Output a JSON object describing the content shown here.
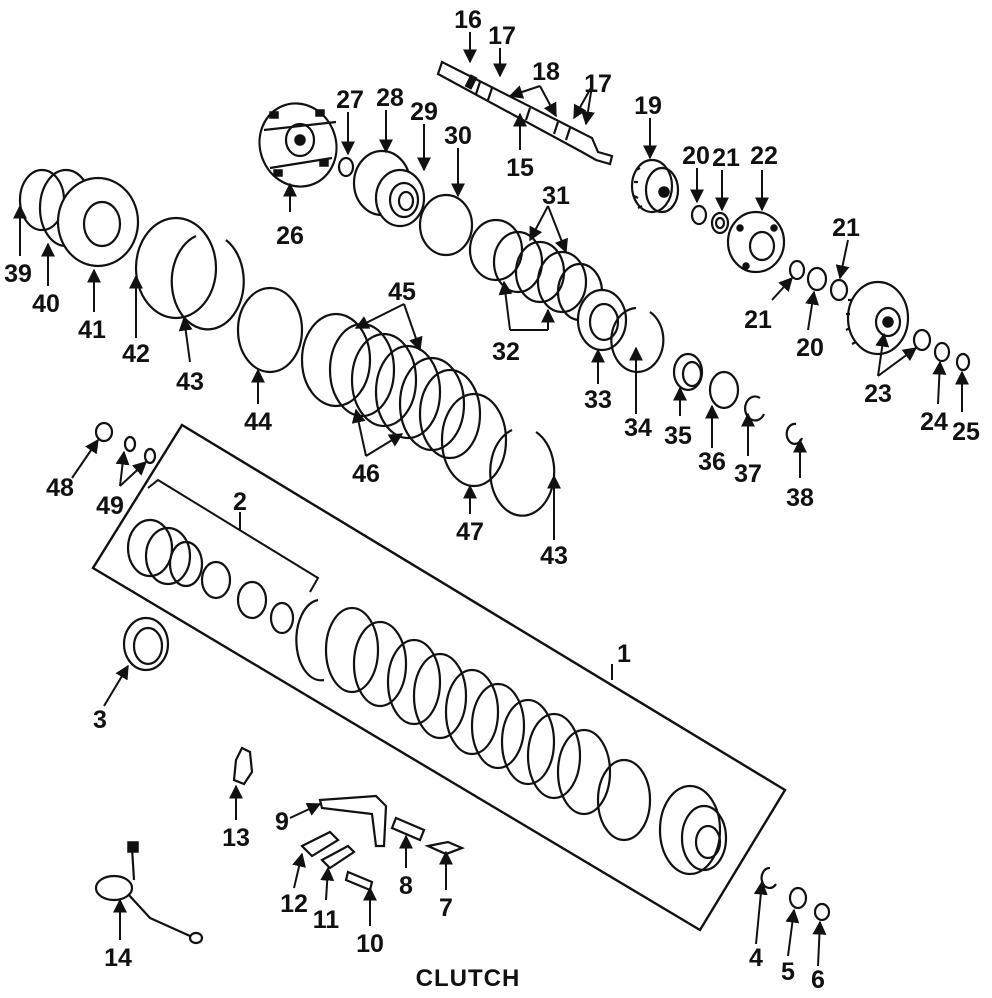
{
  "title": "CLUTCH",
  "callouts": {
    "c1": "1",
    "c2": "2",
    "c3": "3",
    "c4": "4",
    "c5": "5",
    "c6": "6",
    "c7": "7",
    "c8": "8",
    "c9": "9",
    "c10": "10",
    "c11": "11",
    "c12": "12",
    "c13": "13",
    "c14": "14",
    "c15": "15",
    "c16": "16",
    "c17a": "17",
    "c17b": "17",
    "c18": "18",
    "c19": "19",
    "c20a": "20",
    "c20b": "20",
    "c21a": "21",
    "c21b": "21",
    "c21c": "21",
    "c22": "22",
    "c23": "23",
    "c24": "24",
    "c25": "25",
    "c26": "26",
    "c27": "27",
    "c28": "28",
    "c29": "29",
    "c30": "30",
    "c31": "31",
    "c32": "32",
    "c33": "33",
    "c34": "34",
    "c35": "35",
    "c36": "36",
    "c37": "37",
    "c38": "38",
    "c39": "39",
    "c40": "40",
    "c41": "41",
    "c42": "42",
    "c43a": "43",
    "c43b": "43",
    "c44": "44",
    "c45": "45",
    "c46": "46",
    "c47": "47",
    "c48": "48",
    "c49": "49"
  }
}
